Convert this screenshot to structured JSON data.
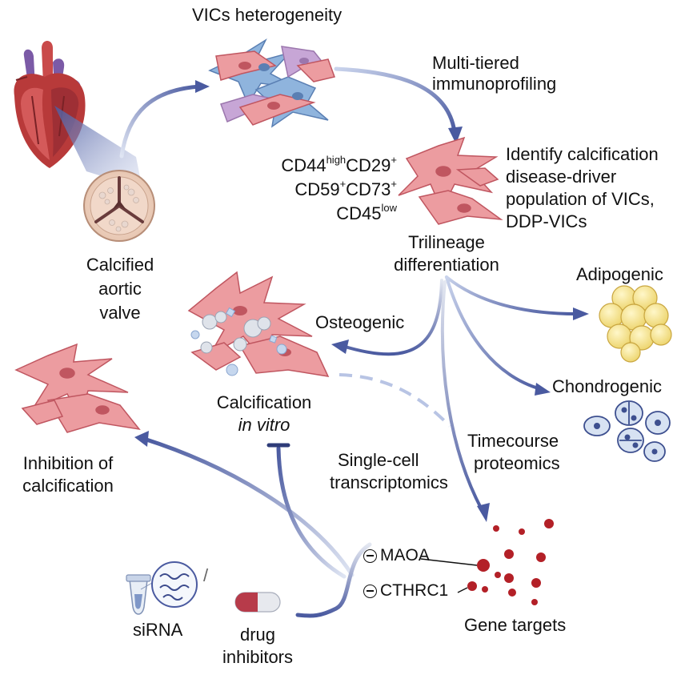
{
  "labels": {
    "vics_heterogeneity": "VICs heterogeneity",
    "multi_tiered_1": "Multi-tiered",
    "multi_tiered_2": "immunoprofiling",
    "marker_cd44": "CD44",
    "marker_high": "high",
    "marker_cd29": "CD29",
    "marker_cd29_sup": "+",
    "marker_cd59": "CD59",
    "marker_cd59_sup": "+",
    "marker_cd73": "CD73",
    "marker_cd73_sup": "+",
    "marker_cd45": "CD45",
    "marker_low": "low",
    "identify_1": "Identify calcification",
    "identify_2": "disease-driver",
    "identify_3": "population of VICs,",
    "identify_4": "DDP-VICs",
    "trilineage_1": "Trilineage",
    "trilineage_2": "differentiation",
    "calcified_1": "Calcified",
    "calcified_2": "aortic",
    "calcified_3": "valve",
    "adipogenic": "Adipogenic",
    "osteogenic": "Osteogenic",
    "chondrogenic": "Chondrogenic",
    "calcification": "Calcification",
    "in_vitro": "in vitro",
    "inhibition_1": "Inhibition of",
    "inhibition_2": "calcification",
    "timecourse_1": "Timecourse",
    "timecourse_2": "proteomics",
    "singlecell_1": "Single-cell",
    "singlecell_2": "transcriptomics",
    "gene_maoa": "MAOA",
    "gene_cthrc1": "CTHRC1",
    "gene_targets": "Gene targets",
    "sirna": "siRNA",
    "drug_1": "drug",
    "drug_2": "inhibitors",
    "slash": "/"
  },
  "colors": {
    "arrow": "#4a5aa0",
    "cell_fill": "#ec9ca0",
    "cell_stroke": "#c05660",
    "blue_cell": "#8fb4dd",
    "purple_cell": "#c7a6d6",
    "fat_cell": "#f6e48a",
    "chondro": "#d7e2f2",
    "red_dot": "#b32027",
    "heart": "#b83a3a"
  }
}
